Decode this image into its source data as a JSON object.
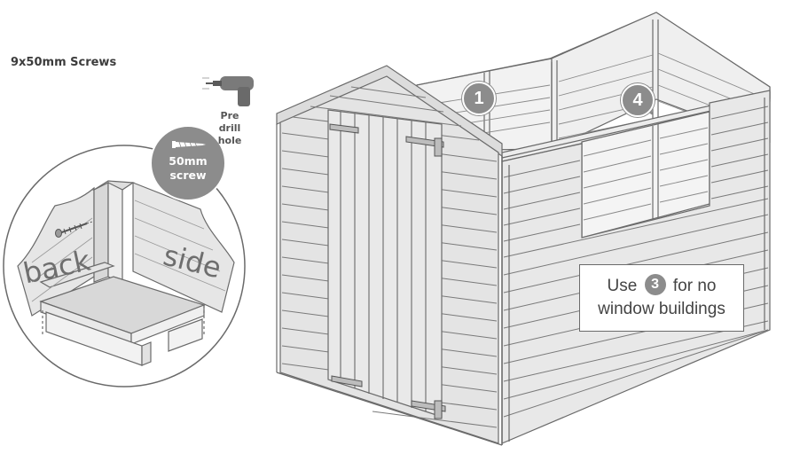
{
  "heading": "9x50mm Screws",
  "drill": {
    "icon": "drill-icon",
    "label_line1": "Pre drill",
    "label_line2": "hole"
  },
  "screw_badge": {
    "icon": "screw-icon",
    "line1": "50mm",
    "line2": "screw"
  },
  "detail": {
    "wall_left": "back",
    "wall_right": "side"
  },
  "steps": {
    "step_a": "1",
    "step_b": "4"
  },
  "note": {
    "prefix": "Use",
    "step": "3",
    "suffix": "for no",
    "line2": "window buildings"
  },
  "colors": {
    "line": "#6a6a6a",
    "fill": "#e6e6e6",
    "badge": "#8c8c8c"
  }
}
